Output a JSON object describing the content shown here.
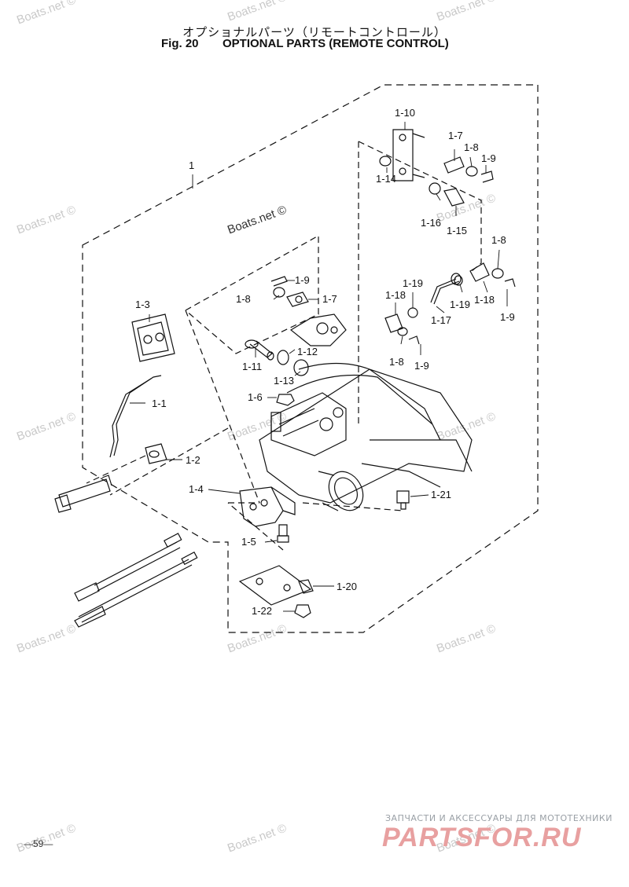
{
  "header": {
    "title_jp": "オプショナルパーツ（リモートコントロール）",
    "fig_label": "Fig. 20",
    "title_en": "OPTIONAL PARTS (REMOTE CONTROL)"
  },
  "watermarks": {
    "text": "Boats.net ©"
  },
  "parts": {
    "p1": "1",
    "p1_1": "1-1",
    "p1_2": "1-2",
    "p1_3": "1-3",
    "p1_4": "1-4",
    "p1_5": "1-5",
    "p1_6": "1-6",
    "p1_7a": "1-7",
    "p1_7b": "1-7",
    "p1_8a": "1-8",
    "p1_8b": "1-8",
    "p1_8c": "1-8",
    "p1_8d": "1-8",
    "p1_9a": "1-9",
    "p1_9b": "1-9",
    "p1_9c": "1-9",
    "p1_9d": "1-9",
    "p1_10": "1-10",
    "p1_11": "1-11",
    "p1_12": "1-12",
    "p1_13": "1-13",
    "p1_14": "1-14",
    "p1_15": "1-15",
    "p1_16": "1-16",
    "p1_17": "1-17",
    "p1_18a": "1-18",
    "p1_18b": "1-18",
    "p1_19a": "1-19",
    "p1_19b": "1-19",
    "p1_20": "1-20",
    "p1_21": "1-21",
    "p1_22": "1-22"
  },
  "footer": {
    "page_number": "—59—",
    "shop_tagline": "ЗАПЧАСТИ И АКСЕССУАРЫ ДЛЯ МОТОТЕХНИКИ",
    "shop_name": "PARTSFOR.RU"
  }
}
